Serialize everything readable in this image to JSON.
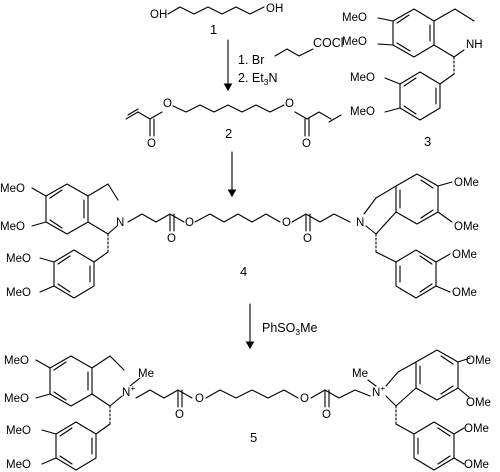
{
  "scheme": {
    "compounds": [
      {
        "id": "1",
        "label": "1",
        "hydroxyl": "OH"
      },
      {
        "id": "2",
        "label": "2",
        "ester_oxygen": "O"
      },
      {
        "id": "3",
        "label": "3",
        "amine": "NH"
      },
      {
        "id": "4",
        "label": "4",
        "amine": "N"
      },
      {
        "id": "5",
        "label": "5",
        "cation": "N",
        "charge": "+",
        "methyl": "Me"
      }
    ],
    "substituent": "MeO",
    "substituent_right": "OMe",
    "steps": [
      {
        "from": "1",
        "to": "2",
        "reagents": [
          "1. Br",
          "COCl",
          "2. Et",
          "3",
          "N"
        ]
      },
      {
        "from": "2",
        "to": "4",
        "reagents": []
      },
      {
        "from": "4",
        "to": "5",
        "reagents": [
          "PhSO",
          "3",
          "Me"
        ]
      }
    ]
  }
}
